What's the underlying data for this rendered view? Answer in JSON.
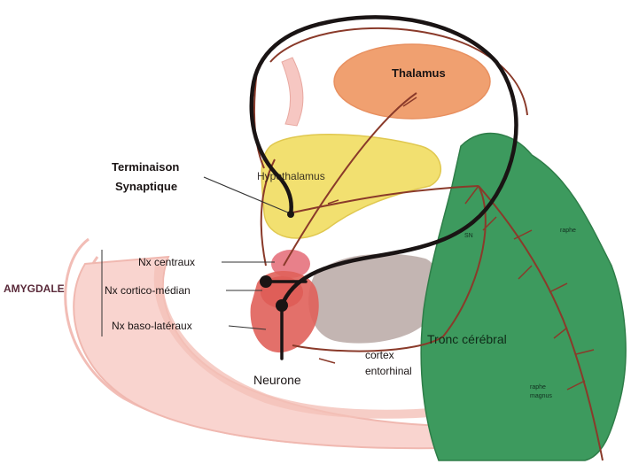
{
  "labels": {
    "thalamus": "Thalamus",
    "hypothalamus": "Hypothalamus",
    "termination_line1": "Terminaison",
    "termination_line2": "Synaptique",
    "amygdale": "AMYGDALE",
    "nx_centraux": "Nx centraux",
    "nx_cortico_median": "Nx cortico-médian",
    "nx_baso_lateraux": "Nx baso-latéraux",
    "neurone": "Neurone",
    "cortex_line1": "cortex",
    "cortex_line2": "entorhinal",
    "tronc_cerebral": "Tronc cérébral",
    "sn": "SN",
    "raphe": "raphe",
    "raphe_magnus_line1": "raphe",
    "raphe_magnus_line2": "magnus"
  },
  "colors": {
    "thalamus": "#f0a070",
    "hypothalamus": "#f2e070",
    "brainstem": "#3d9a5e",
    "brainstem_dark": "#2e7d48",
    "limbic_pink": "#f6c7c2",
    "amygdala_red": "#e0605a",
    "amygdala_deep": "#d04848",
    "entorhinal_gray": "#b8a8a4",
    "axon_black": "#1a1414",
    "fiber_brown": "#8a3a2a"
  }
}
